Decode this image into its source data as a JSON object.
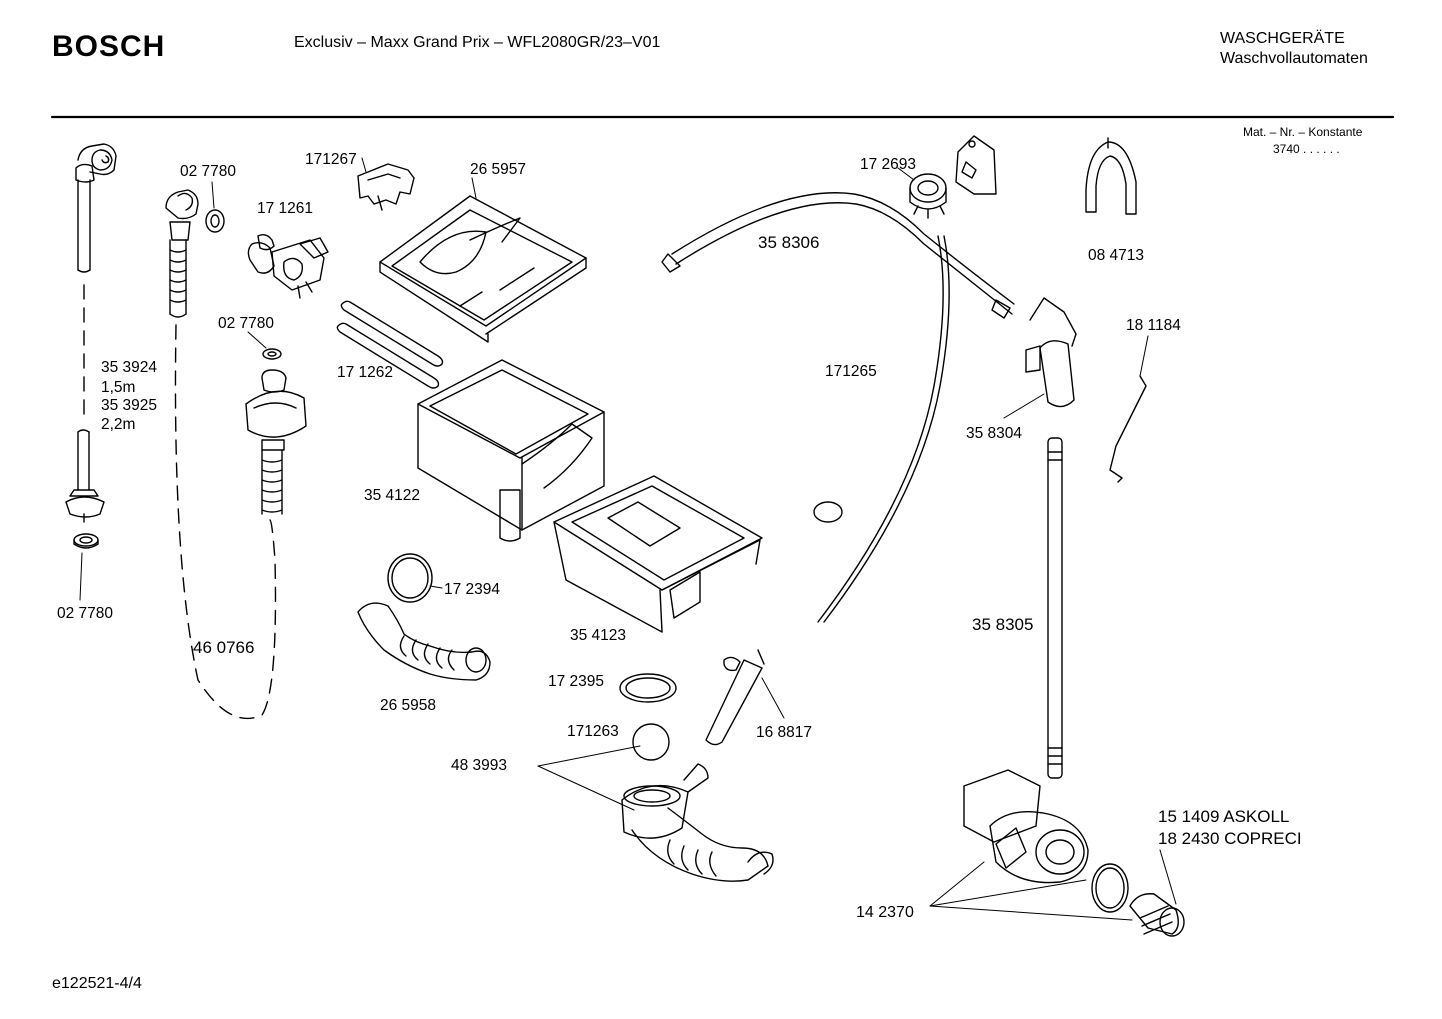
{
  "header": {
    "brand": "BOSCH",
    "model_title": "Exclusiv – Maxx Grand Prix – WFL2080GR/23–V01",
    "category_line1": "WASCHGERÄTE",
    "category_line2": "Waschvollautomaten",
    "mat_nr_label": "Mat. – Nr. – Konstante",
    "mat_nr_value": "3740  .  .  .  .  .  ."
  },
  "parts": {
    "p_353924": "35 3924",
    "p_len1": "1,5m",
    "p_353925": "35 3925",
    "p_len2": "2,2m",
    "p_027780_a": "02 7780",
    "p_027780_b": "02 7780",
    "p_027780_c": "02 7780",
    "p_460766": "46 0766",
    "p_171267": "171267",
    "p_171261": "17 1261",
    "p_265957": "26 5957",
    "p_171262": "17 1262",
    "p_354122": "35 4122",
    "p_172394": "17 2394",
    "p_265958": "26 5958",
    "p_354123": "35 4123",
    "p_172395": "17 2395",
    "p_171263": "171263",
    "p_483993": "48 3993",
    "p_168817": "16 8817",
    "p_172693": "17 2693",
    "p_358306": "35 8306",
    "p_171265": "171265",
    "p_084713": "08 4713",
    "p_181184": "18 1184",
    "p_358304": "35 8304",
    "p_358305": "35 8305",
    "p_151409": "15 1409  ASKOLL",
    "p_182430": "18 2430  COPRECI",
    "p_142370": "14 2370"
  },
  "footer": {
    "doc_id": "e122521-4/4"
  }
}
